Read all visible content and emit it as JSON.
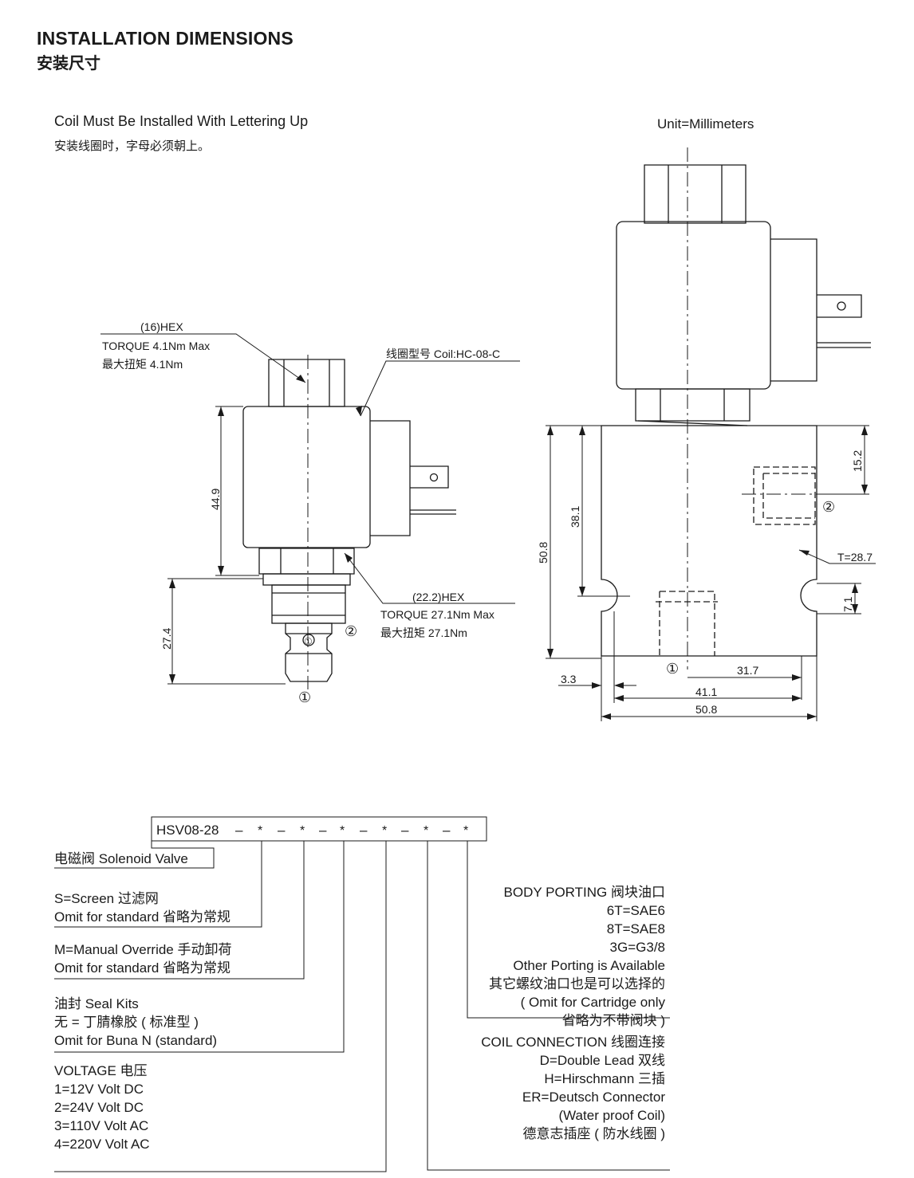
{
  "header": {
    "title_en": "INSTALLATION DIMENSIONS",
    "title_cn": "安装尺寸",
    "note_en": "Coil Must Be Installed With Lettering Up",
    "note_cn": "安装线圈时，字母必须朝上。",
    "unit": "Unit=Millimeters"
  },
  "side_view": {
    "hex16": "(16)HEX",
    "torque1_en": "TORQUE 4.1Nm Max",
    "torque1_cn": "最大扭矩 4.1Nm",
    "coil_label": "线圈型号 Coil:HC-08-C",
    "hex22": "(22.2)HEX",
    "torque2_en": "TORQUE 27.1Nm Max",
    "torque2_cn": "最大扭矩  27.1Nm",
    "dim_449": "44.9",
    "dim_274": "27.4",
    "port1": "①",
    "port2": "②",
    "port1_bottom": "①"
  },
  "front_view": {
    "dim_152": "15.2",
    "dim_381": "38.1",
    "dim_508v": "50.8",
    "dim_T": "T=28.7",
    "dim_71": "7.1",
    "dim_317": "31.7",
    "dim_33": "3.3",
    "dim_411": "41.1",
    "dim_508h": "50.8",
    "port1": "①",
    "port2": "②"
  },
  "model_code": {
    "base": "HSV08-28",
    "separator": "*",
    "solenoid": "电磁阀 Solenoid Valve",
    "screen": [
      "S=Screen 过滤网",
      "Omit for standard 省略为常规"
    ],
    "manual": [
      "M=Manual Override 手动卸荷",
      "Omit for standard 省略为常规"
    ],
    "seal": [
      "油封 Seal Kits",
      "无 = 丁腈橡胶 ( 标准型 )",
      "Omit for Buna N (standard)"
    ],
    "voltage": [
      "VOLTAGE 电压",
      "1=12V Volt DC",
      "2=24V Volt DC",
      "3=110V Volt AC",
      "4=220V Volt AC"
    ],
    "body": [
      "BODY PORTING 阀块油口",
      "6T=SAE6",
      "8T=SAE8",
      "3G=G3/8",
      "Other Porting is Available",
      "其它螺纹油口也是可以选择的",
      "(  Omit for Cartridge only",
      "省略为不带阀块 )"
    ],
    "coil": [
      "COIL CONNECTION 线圈连接",
      "D=Double Lead 双线",
      "H=Hirschmann 三插",
      "ER=Deutsch Connector",
      "(Water proof Coil)",
      "德意志插座 ( 防水线圈 )"
    ]
  }
}
